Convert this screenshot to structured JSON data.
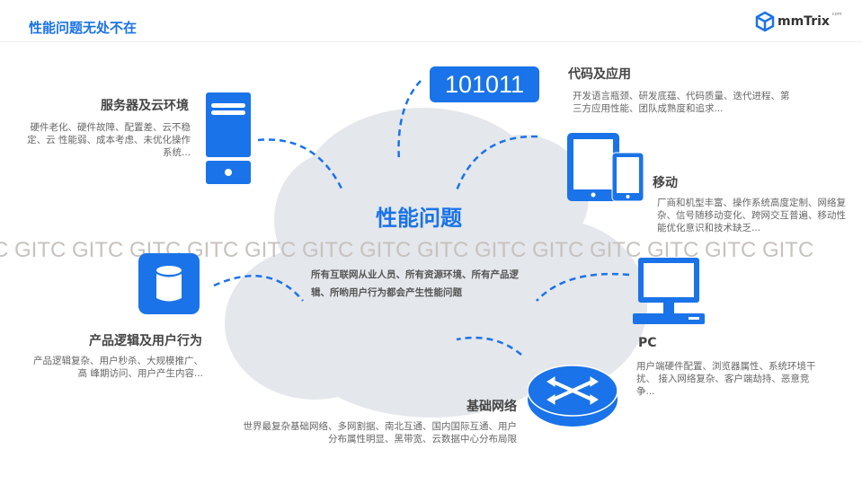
{
  "header": {
    "title": "性能问题无处不在",
    "logo_text": "mmTrix",
    "logo_suffix": "com"
  },
  "watermark": "C GITC GITC GITC GITC GITC GITC GITC GITC GITC GITC GITC GITC GITC GITC",
  "center": {
    "title": "性能问题",
    "desc": "所有互联网从业人员、所有资源环境、所有产品逻辑、所哟用户行为都会产生性能问题"
  },
  "code_badge": "101011",
  "sections": {
    "server": {
      "title": "服务器及云环境",
      "desc": "硬件老化、硬件故障、配置差、云不稳定、云 性能弱、成本考虑、未优化操作系统..."
    },
    "code": {
      "title": "代码及应用",
      "desc": "开发语言瓶颈、研发底蕴、代码质量、迭代进程、第三方应用性能、团队成熟度和追求..."
    },
    "mobile": {
      "title": "移动",
      "desc": "厂商和机型丰富、操作系统高度定制、网络复杂、信号随移动变化、跨网交互普遍、移动性 能优化意识和技术缺乏..."
    },
    "product": {
      "title": "产品逻辑及用户行为",
      "desc": "产品逻辑复杂、用户秒杀、大规模推广、高 峰期访问、用户产生内容..."
    },
    "pc": {
      "title": "PC",
      "desc": "用户端硬件配置、浏览器属性、系统环境干扰、 接入网络复杂、客户端劫持、恶意竞争..."
    },
    "network": {
      "title": "基础网络",
      "desc": "世界最复杂基础网络、多网割据、南北互通、国内国际互通、用户分布属性明显、黑带宽、云数据中心分布局限"
    }
  },
  "colors": {
    "accent": "#1a73e8",
    "cloud": "#e4e7eb"
  }
}
